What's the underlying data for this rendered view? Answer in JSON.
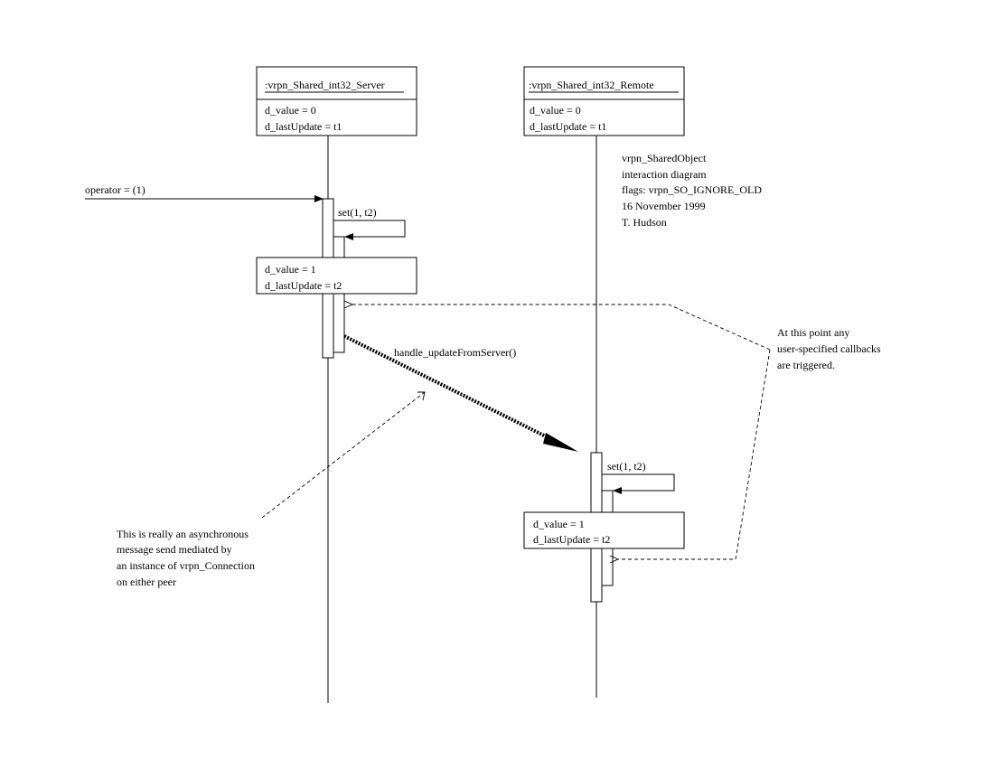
{
  "server": {
    "name": ":vrpn_Shared_int32_Server",
    "initial_attrs": [
      "d_value = 0",
      "d_lastUpdate = t1"
    ],
    "updated_attrs": [
      "d_value = 1",
      "d_lastUpdate = t2"
    ]
  },
  "remote": {
    "name": ":vrpn_Shared_int32_Remote",
    "initial_attrs": [
      "d_value = 0",
      "d_lastUpdate = t1"
    ],
    "updated_attrs": [
      "d_value = 1",
      "d_lastUpdate = t2"
    ]
  },
  "messages": {
    "operator": "operator = (1)",
    "server_set": "set(1, t2)",
    "handle_update": "handle_updateFromServer()",
    "remote_set": "set(1, t2)"
  },
  "info_note": [
    "vrpn_SharedObject",
    "interaction diagram",
    "flags:  vrpn_SO_IGNORE_OLD",
    "16 November 1999",
    "T. Hudson"
  ],
  "callback_note": [
    "At this point any",
    "user-specified callbacks",
    "are triggered."
  ],
  "async_note": [
    "This is really an asynchronous",
    "message send mediated by",
    "an instance of vrpn_Connection",
    "on either peer"
  ]
}
